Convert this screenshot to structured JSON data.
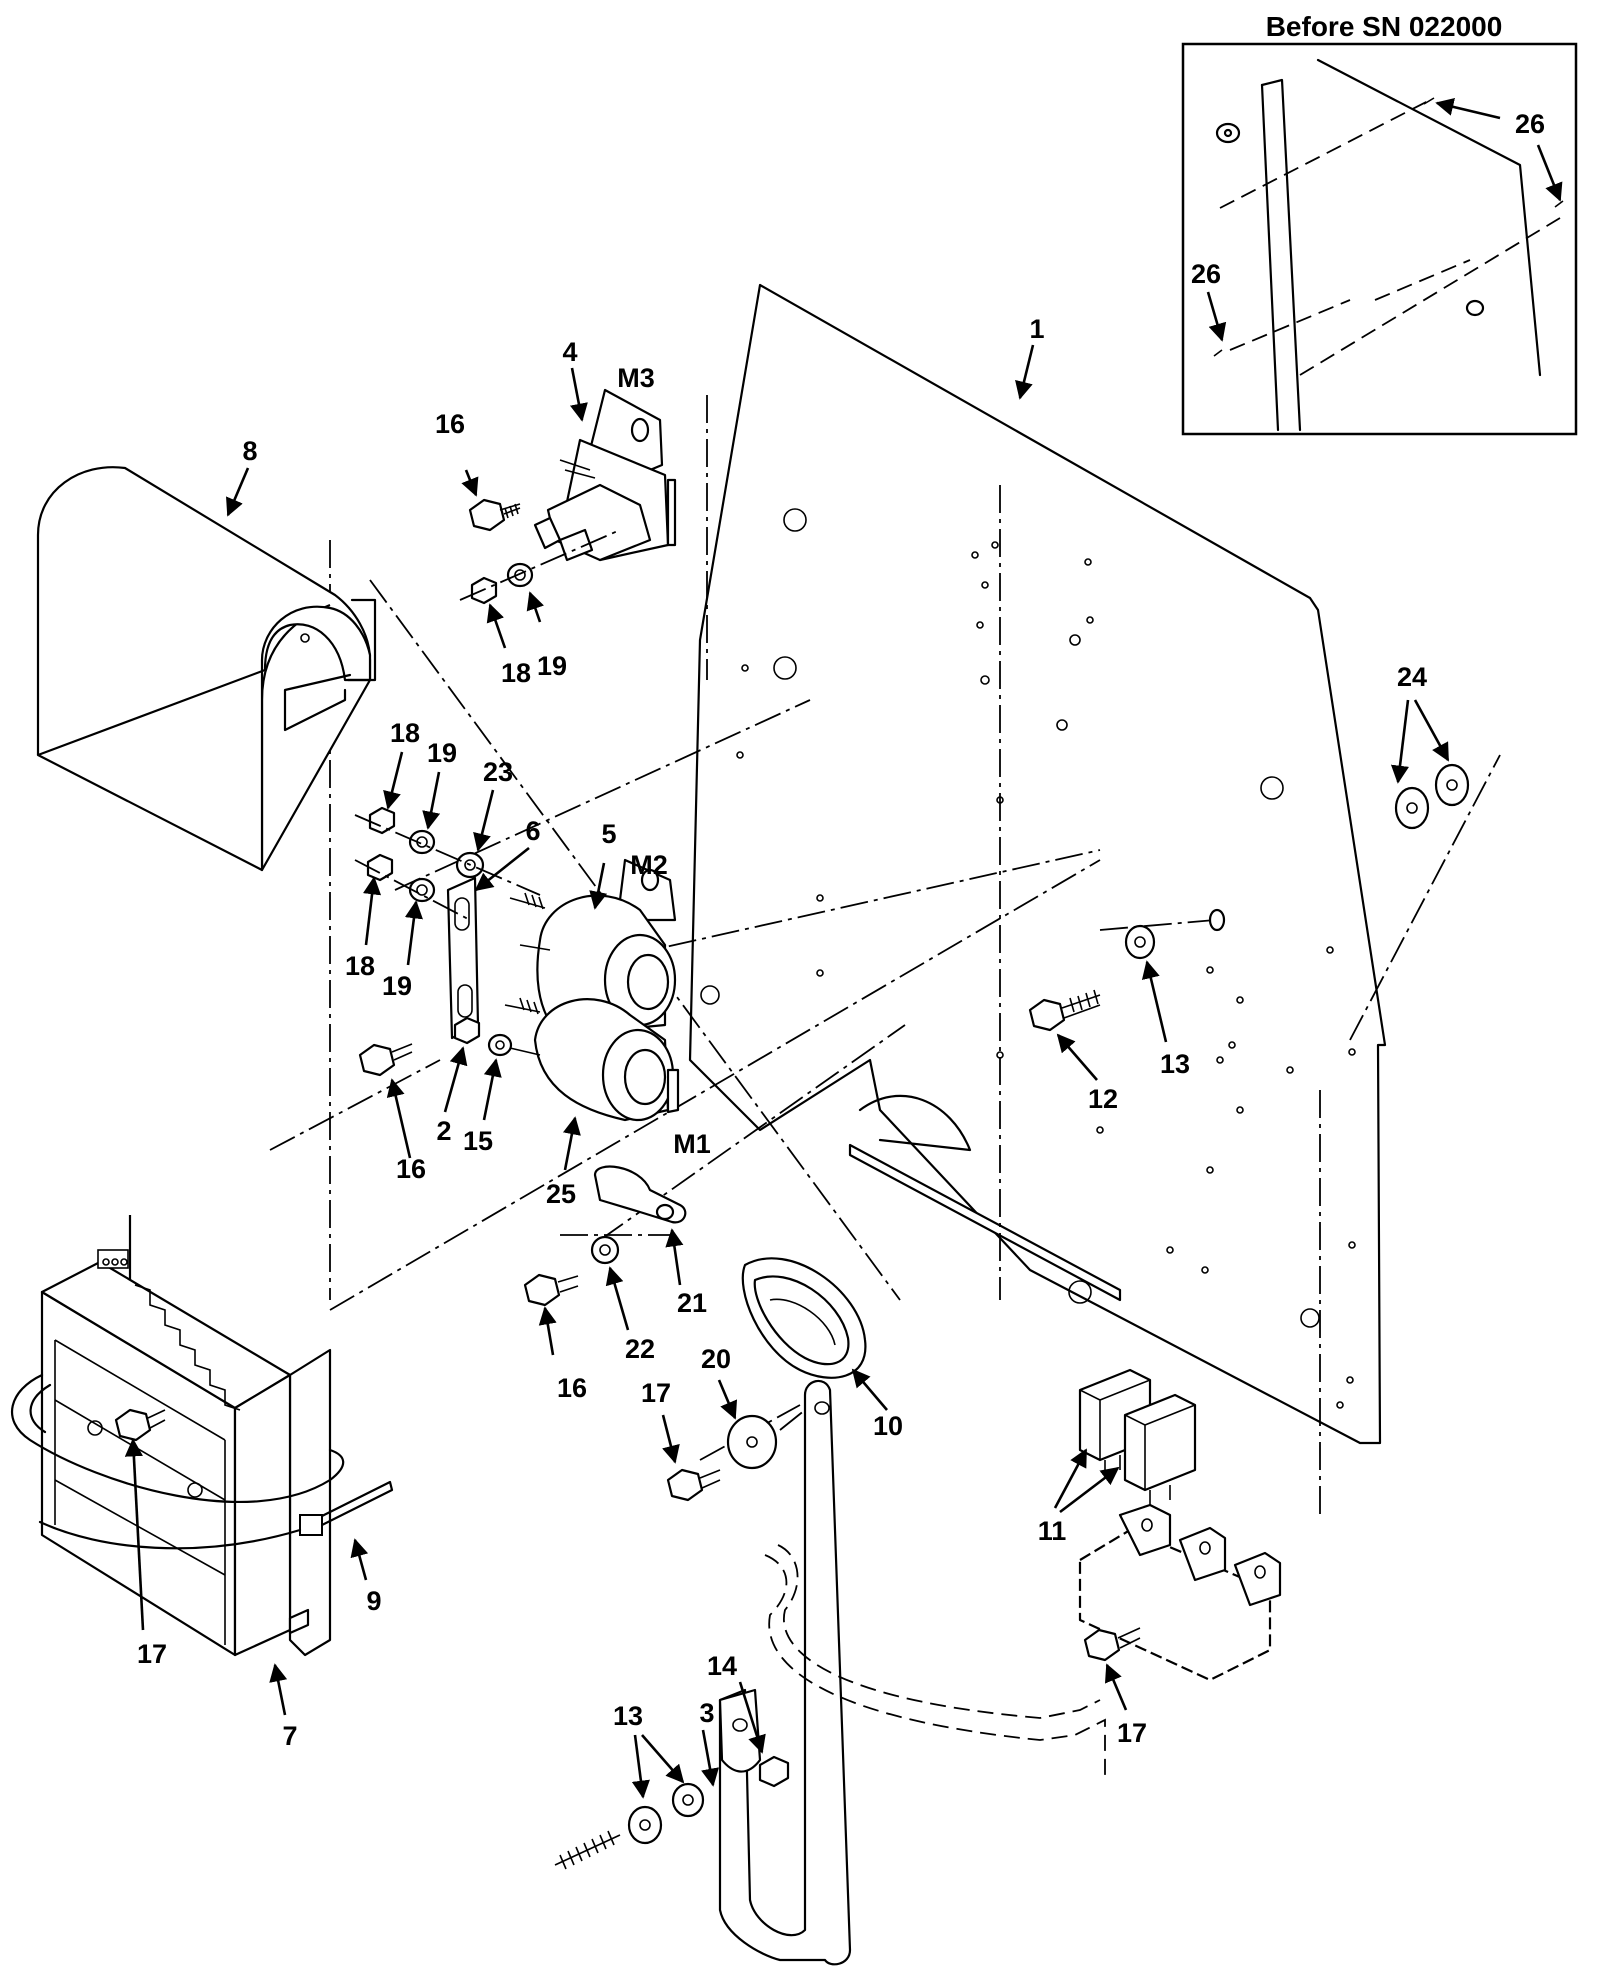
{
  "inset": {
    "title": "Before SN 022000",
    "callouts": [
      "26",
      "26"
    ]
  },
  "callouts": {
    "c1": "1",
    "c2": "2",
    "c3": "3",
    "c4": "4",
    "c5": "5",
    "c6": "6",
    "c7": "7",
    "c8": "8",
    "c9": "9",
    "c10": "10",
    "c11": "11",
    "c12": "12",
    "c13a": "13",
    "c13b": "13",
    "c14": "14",
    "c15": "15",
    "c16a": "16",
    "c16b": "16",
    "c16c": "16",
    "c17a": "17",
    "c17b": "17",
    "c17c": "17",
    "c18a": "18",
    "c18b": "18",
    "c18c": "18",
    "c19a": "19",
    "c19b": "19",
    "c19c": "19",
    "c20": "20",
    "c21": "21",
    "c22": "22",
    "c23": "23",
    "c24": "24",
    "c25": "25",
    "m1": "M1",
    "m2": "M2",
    "m3": "M3"
  }
}
